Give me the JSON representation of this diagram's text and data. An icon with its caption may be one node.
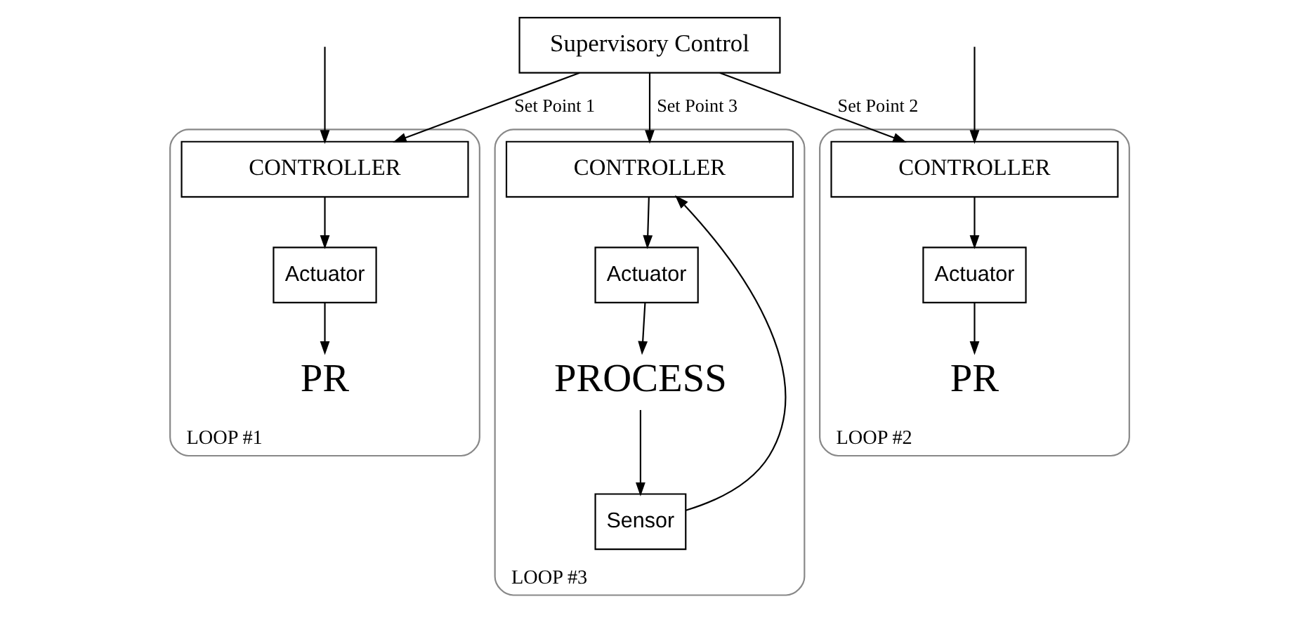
{
  "diagram": {
    "nodes": [
      {
        "text": [
          "Supervisory Control"
        ]
      },
      {
        "text": [
          "LOOP #1"
        ]
      },
      {
        "text": [
          "CONTROLLER"
        ],
        "in": 1
      },
      {
        "text": [
          "Actuator"
        ],
        "in": 1
      },
      {
        "text": [
          "PR"
        ],
        "in": 1
      },
      {
        "text": [
          "LOOP #2"
        ]
      },
      {
        "text": [
          "CONTROLLER"
        ],
        "in": 5
      },
      {
        "text": [
          "Actuator"
        ],
        "in": 5
      },
      {
        "text": [
          "PR"
        ],
        "in": 5
      },
      {
        "text": [
          "LOOP #3"
        ]
      },
      {
        "text": [
          "CONTROLLER"
        ],
        "in": 9
      },
      {
        "text": [
          "Actuator"
        ],
        "in": 9
      },
      {
        "text": [
          "PROCESS"
        ],
        "in": 9
      },
      {
        "text": [
          "Sensor"
        ],
        "in": 9
      }
    ],
    "edges": [
      {
        "from": 0,
        "to": 2,
        "arrow": "to",
        "label": "Set Point 1"
      },
      {
        "from": 0,
        "to": 6,
        "arrow": "to",
        "label": "Set Point 2"
      },
      {
        "from": 0,
        "to": 10,
        "arrow": "to",
        "label": "Set Point 3"
      },
      {
        "from": 2,
        "to": 3,
        "arrow": "to"
      },
      {
        "from": 3,
        "to": 4,
        "arrow": "to"
      },
      {
        "from": null,
        "to": 2,
        "arrow": "to"
      },
      {
        "from": 6,
        "to": 7,
        "arrow": "to"
      },
      {
        "from": 7,
        "to": 8,
        "arrow": "to"
      },
      {
        "from": null,
        "to": 6,
        "arrow": "to"
      },
      {
        "from": 10,
        "to": 11,
        "arrow": "to"
      },
      {
        "from": 11,
        "to": 12,
        "arrow": "to"
      },
      {
        "from": 12,
        "to": 13,
        "arrow": "to"
      },
      {
        "from": 13,
        "to": 10,
        "arrow": "to"
      }
    ]
  }
}
